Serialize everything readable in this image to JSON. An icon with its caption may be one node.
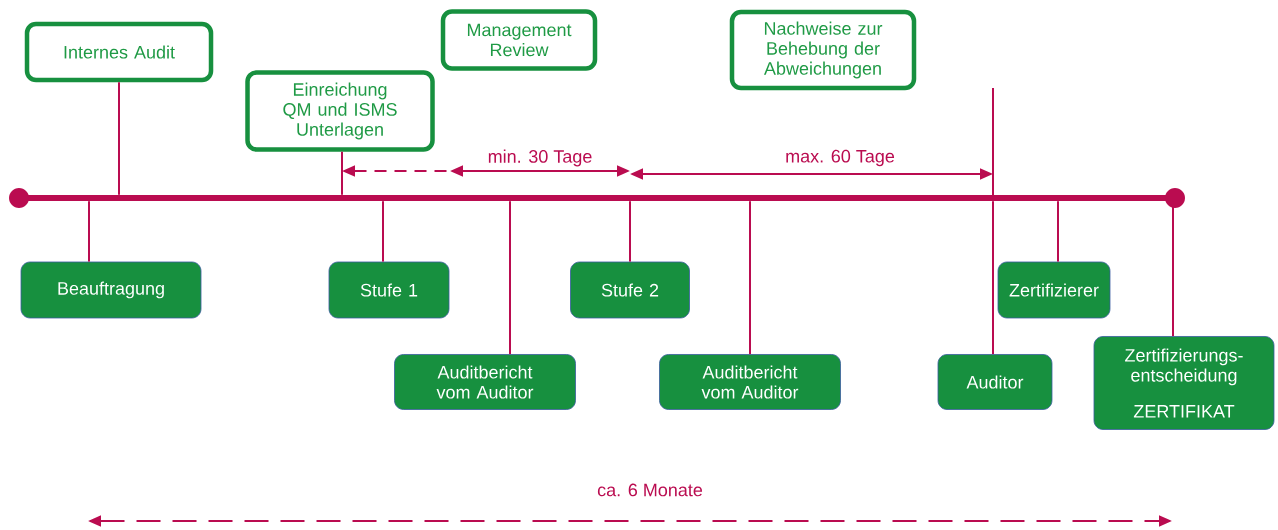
{
  "diagram": {
    "nodes": [
      {
        "text": [
          "Internes Audit"
        ]
      },
      {
        "text": [
          "Management Review"
        ]
      },
      {
        "text": [
          "Einreichung QM und ISMS Unterlagen"
        ]
      },
      {
        "text": [
          "Nachweise zur Behebung der Abweichungen"
        ]
      },
      {
        "text": [],
        "shape": "bar"
      },
      {
        "text": [
          "Beauftragung"
        ]
      },
      {
        "text": [
          "Stufe 1"
        ]
      },
      {
        "text": [
          "Stufe 2"
        ]
      },
      {
        "text": [
          "Zertifizierer"
        ]
      },
      {
        "text": [
          "Auditbericht vom Auditor"
        ]
      },
      {
        "text": [
          "Auditbericht vom Auditor"
        ]
      },
      {
        "text": [
          "Auditor"
        ]
      },
      {
        "text": [
          "Zertifizierungs- entscheidung",
          "ZERTIFIKAT"
        ]
      }
    ],
    "edges": [
      {
        "from": 0,
        "to": 4,
        "arrow": "none"
      },
      {
        "from": 2,
        "to": 4,
        "arrow": "none"
      },
      {
        "from": 4,
        "to": 5,
        "arrow": "none"
      },
      {
        "from": 4,
        "to": 6,
        "arrow": "none"
      },
      {
        "from": 4,
        "to": 9,
        "arrow": "none"
      },
      {
        "from": 4,
        "to": 7,
        "arrow": "none"
      },
      {
        "from": 4,
        "to": 10,
        "arrow": "none"
      },
      {
        "from": 4,
        "to": 11,
        "arrow": "none"
      },
      {
        "from": 4,
        "to": 8,
        "arrow": "none"
      },
      {
        "from": 4,
        "to": 12,
        "arrow": "none"
      }
    ],
    "labels": [
      "min. 30 Tage",
      "max. 60 Tage",
      "ca. 6 Monate"
    ]
  }
}
